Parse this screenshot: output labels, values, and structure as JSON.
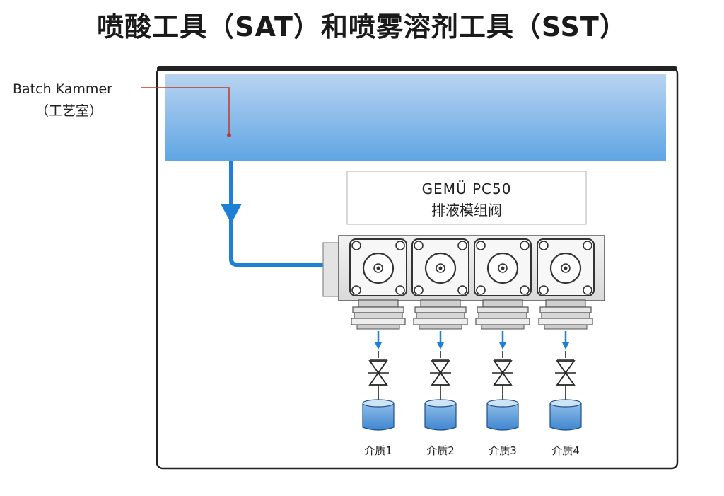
{
  "title": "喷酸工具（SAT）和喷雾溶剂工具（SST）",
  "chamber_label": {
    "line1": "Batch Kammer",
    "line2": "（工艺室）"
  },
  "valve_block_label": {
    "line1": "GEMÜ PC50",
    "line2": "排液模组阀"
  },
  "media": [
    {
      "label": "介质1"
    },
    {
      "label": "介质2"
    },
    {
      "label": "介质3"
    },
    {
      "label": "介质4"
    }
  ],
  "colors": {
    "flow_blue": "#1e7fd6",
    "chamber_top": "#a9c9ee",
    "chamber_bottom": "#5aa2e3",
    "leader_red": "#c0392b",
    "tank_blue": "#4e95d9"
  }
}
